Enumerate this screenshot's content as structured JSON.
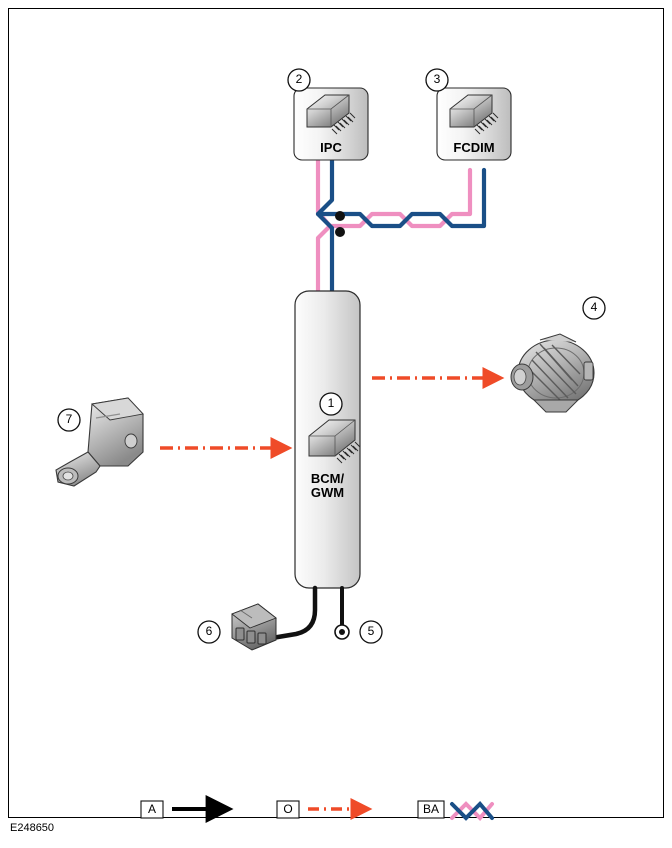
{
  "figure": {
    "code": "E248650"
  },
  "modules": [
    {
      "id": 1,
      "label": "BCM/\nGWM",
      "callout": "1",
      "icon": "chip-icon"
    },
    {
      "id": 2,
      "label": "IPC",
      "callout": "2",
      "icon": "chip-icon"
    },
    {
      "id": 3,
      "label": "FCDIM",
      "callout": "3",
      "icon": "chip-icon"
    }
  ],
  "components": [
    {
      "callout": "4",
      "name": "alternator-icon"
    },
    {
      "callout": "5",
      "name": "ground-icon"
    },
    {
      "callout": "6",
      "name": "fuse-icon"
    },
    {
      "callout": "7",
      "name": "battery-terminal-icon"
    }
  ],
  "legend": [
    {
      "key": "A",
      "type": "hardwired",
      "name": "legend-hardwired"
    },
    {
      "key": "O",
      "type": "controlled-signal",
      "name": "legend-controlled-signal"
    },
    {
      "key": "BA",
      "type": "network-bus",
      "name": "legend-network-bus"
    }
  ],
  "colors": {
    "hardwired": "#000000",
    "signal": "#ef4b28",
    "bus_pink": "#ef8fc0",
    "bus_blue": "#1a4f87",
    "module_fill_light": "#f2f2f2",
    "module_fill_dark": "#c8c8c8",
    "outline": "#000000"
  }
}
